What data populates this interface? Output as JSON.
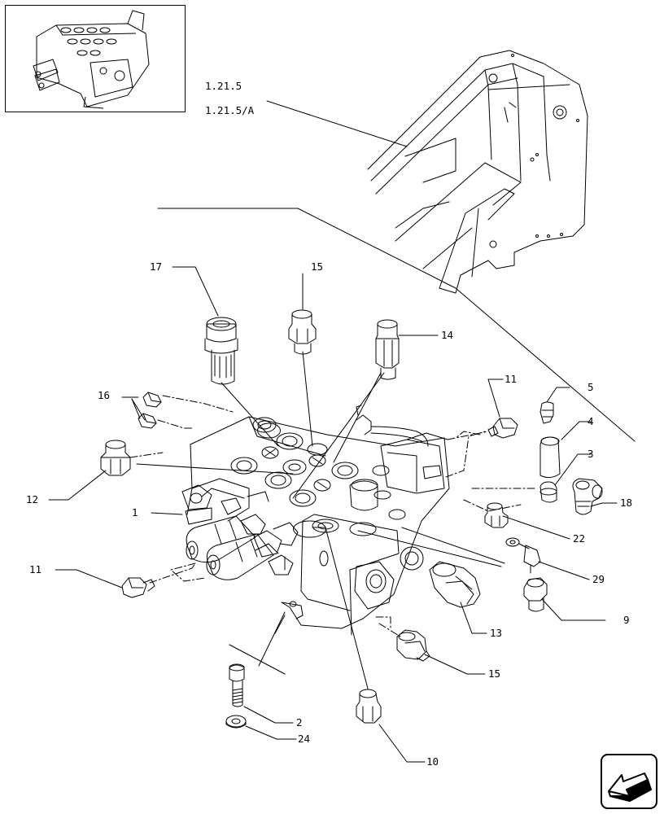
{
  "diagram": {
    "refs": {
      "ref_a": "1.21.5",
      "ref_b": "1.21.5/A"
    },
    "callouts": {
      "c17": "17",
      "c15a": "15",
      "c14": "14",
      "c16": "16",
      "c11a": "11",
      "c5": "5",
      "c4": "4",
      "c3": "3",
      "c18": "18",
      "c12": "12",
      "c1": "1",
      "c22": "22",
      "c11b": "11",
      "c29": "29",
      "c9": "9",
      "c13": "13",
      "c15b": "15",
      "c2": "2",
      "c24": "24",
      "c10": "10"
    }
  },
  "icons": {
    "thumbnail": "valve-assembly-thumbnail",
    "nav": "previous-page-arrow-icon"
  },
  "colors": {
    "line": "#000000",
    "background": "#ffffff"
  }
}
